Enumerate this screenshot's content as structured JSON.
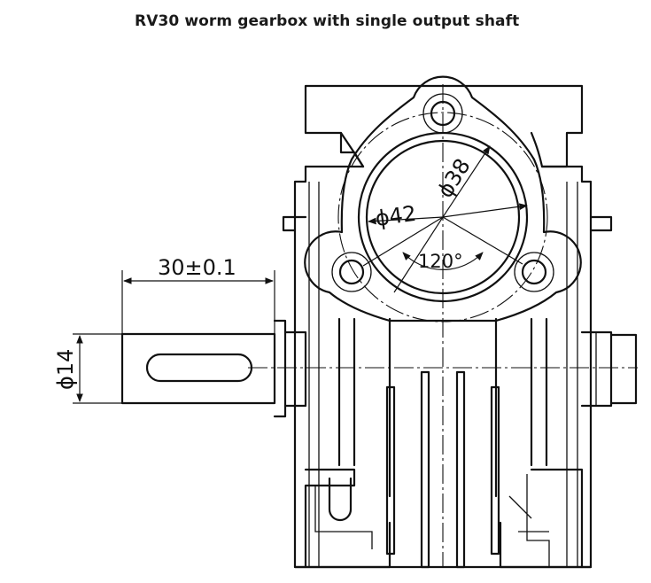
{
  "title": "RV30 worm gearbox with single output shaft",
  "dimensions": {
    "length_label": "30±0.1",
    "shaft_dia_label": "ϕ14",
    "d38_label": "ϕ38",
    "d42_label": "ϕ42",
    "angle_label": "120°"
  }
}
